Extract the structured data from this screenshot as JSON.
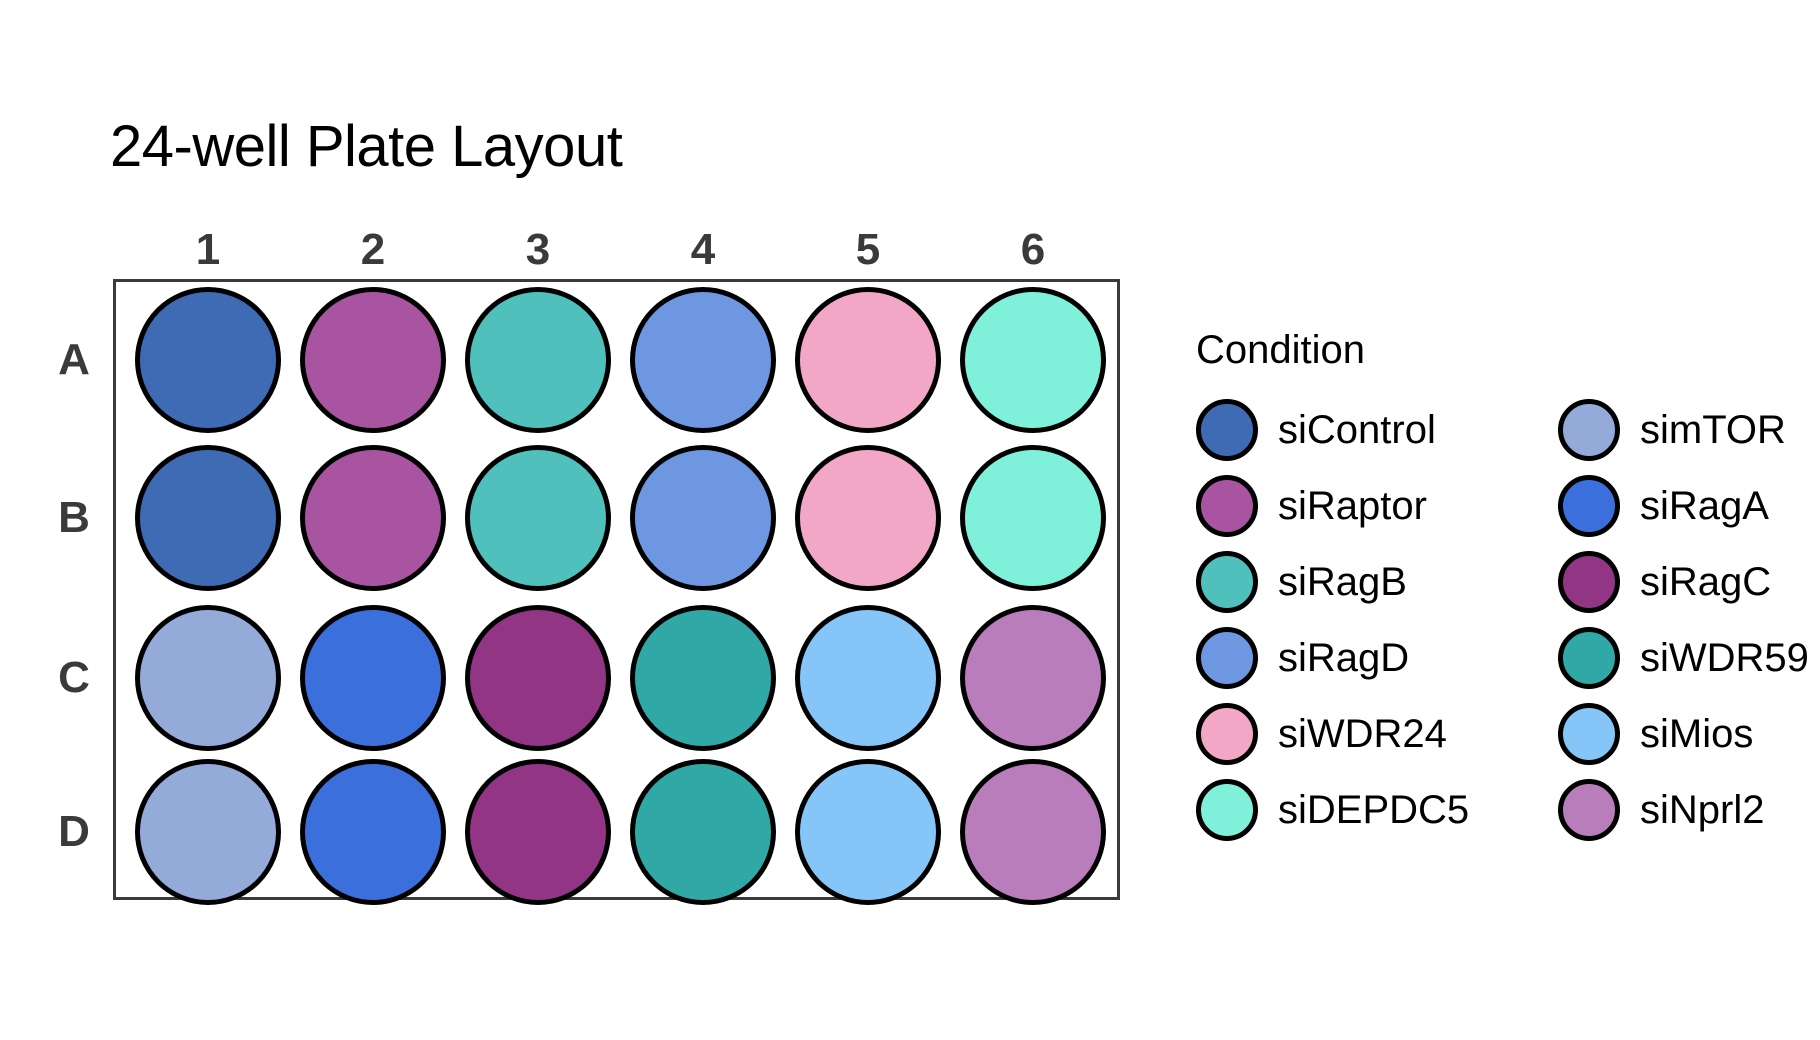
{
  "title": "24-well Plate Layout",
  "plate": {
    "columns": [
      "1",
      "2",
      "3",
      "4",
      "5",
      "6"
    ],
    "rows": [
      "A",
      "B",
      "C",
      "D"
    ],
    "wells": [
      {
        "id": "A1",
        "row": "A",
        "col": "1",
        "condition": "siControl",
        "color": "#3F6BB5"
      },
      {
        "id": "A2",
        "row": "A",
        "col": "2",
        "condition": "siRaptor",
        "color": "#A854A0"
      },
      {
        "id": "A3",
        "row": "A",
        "col": "3",
        "condition": "siRagB",
        "color": "#4FC0BC"
      },
      {
        "id": "A4",
        "row": "A",
        "col": "4",
        "condition": "siRagD",
        "color": "#6D97E0"
      },
      {
        "id": "A5",
        "row": "A",
        "col": "5",
        "condition": "siWDR24",
        "color": "#F3A7C7"
      },
      {
        "id": "A6",
        "row": "A",
        "col": "6",
        "condition": "siDEPDC5",
        "color": "#7FF0DA"
      },
      {
        "id": "B1",
        "row": "B",
        "col": "1",
        "condition": "siControl",
        "color": "#3F6BB5"
      },
      {
        "id": "B2",
        "row": "B",
        "col": "2",
        "condition": "siRaptor",
        "color": "#A854A0"
      },
      {
        "id": "B3",
        "row": "B",
        "col": "3",
        "condition": "siRagB",
        "color": "#4FC0BC"
      },
      {
        "id": "B4",
        "row": "B",
        "col": "4",
        "condition": "siRagD",
        "color": "#6D97E0"
      },
      {
        "id": "B5",
        "row": "B",
        "col": "5",
        "condition": "siWDR24",
        "color": "#F3A7C7"
      },
      {
        "id": "B6",
        "row": "B",
        "col": "6",
        "condition": "siDEPDC5",
        "color": "#7FF0DA"
      },
      {
        "id": "C1",
        "row": "C",
        "col": "1",
        "condition": "simTOR",
        "color": "#94AAD8"
      },
      {
        "id": "C2",
        "row": "C",
        "col": "2",
        "condition": "siRagA",
        "color": "#3B6FDB"
      },
      {
        "id": "C3",
        "row": "C",
        "col": "3",
        "condition": "siRagC",
        "color": "#923585"
      },
      {
        "id": "C4",
        "row": "C",
        "col": "4",
        "condition": "siWDR59",
        "color": "#2FA8A6"
      },
      {
        "id": "C5",
        "row": "C",
        "col": "5",
        "condition": "siMios",
        "color": "#85C5F7"
      },
      {
        "id": "C6",
        "row": "C",
        "col": "6",
        "condition": "siNprl2",
        "color": "#BA7DBC"
      },
      {
        "id": "D1",
        "row": "D",
        "col": "1",
        "condition": "simTOR",
        "color": "#94AAD8"
      },
      {
        "id": "D2",
        "row": "D",
        "col": "2",
        "condition": "siRagA",
        "color": "#3B6FDB"
      },
      {
        "id": "D3",
        "row": "D",
        "col": "3",
        "condition": "siRagC",
        "color": "#923585"
      },
      {
        "id": "D4",
        "row": "D",
        "col": "4",
        "condition": "siWDR59",
        "color": "#2FA8A6"
      },
      {
        "id": "D5",
        "row": "D",
        "col": "5",
        "condition": "siMios",
        "color": "#85C5F7"
      },
      {
        "id": "D6",
        "row": "D",
        "col": "6",
        "condition": "siNprl2",
        "color": "#BA7DBC"
      }
    ]
  },
  "legend": {
    "title": "Condition",
    "columns": [
      [
        {
          "label": "siControl",
          "color": "#3F6BB5"
        },
        {
          "label": "siRaptor",
          "color": "#A854A0"
        },
        {
          "label": "siRagB",
          "color": "#4FC0BC"
        },
        {
          "label": "siRagD",
          "color": "#6D97E0"
        },
        {
          "label": "siWDR24",
          "color": "#F3A7C7"
        },
        {
          "label": "siDEPDC5",
          "color": "#7FF0DA"
        }
      ],
      [
        {
          "label": "simTOR",
          "color": "#94AAD8"
        },
        {
          "label": "siRagA",
          "color": "#3B6FDB"
        },
        {
          "label": "siRagC",
          "color": "#923585"
        },
        {
          "label": "siWDR59",
          "color": "#2FA8A6"
        },
        {
          "label": "siMios",
          "color": "#85C5F7"
        },
        {
          "label": "siNprl2",
          "color": "#BA7DBC"
        }
      ]
    ]
  },
  "chart_data": {
    "type": "table",
    "title": "24-well Plate Layout",
    "xlabel": "",
    "ylabel": "",
    "categories": [
      "1",
      "2",
      "3",
      "4",
      "5",
      "6"
    ],
    "row_categories": [
      "A",
      "B",
      "C",
      "D"
    ],
    "legend_title": "Condition",
    "legend_entries": [
      "siControl",
      "siRaptor",
      "siRagB",
      "siRagD",
      "siWDR24",
      "siDEPDC5",
      "simTOR",
      "siRagA",
      "siRagC",
      "siWDR59",
      "siMios",
      "siNprl2"
    ],
    "grid": false,
    "legend_position": "right",
    "matrix": [
      [
        "siControl",
        "siRaptor",
        "siRagB",
        "siRagD",
        "siWDR24",
        "siDEPDC5"
      ],
      [
        "siControl",
        "siRaptor",
        "siRagB",
        "siRagD",
        "siWDR24",
        "siDEPDC5"
      ],
      [
        "simTOR",
        "siRagA",
        "siRagC",
        "siWDR59",
        "siMios",
        "siNprl2"
      ],
      [
        "simTOR",
        "siRagA",
        "siRagC",
        "siWDR59",
        "siMios",
        "siNprl2"
      ]
    ],
    "color_map": {
      "siControl": "#3F6BB5",
      "siRaptor": "#A854A0",
      "siRagB": "#4FC0BC",
      "siRagD": "#6D97E0",
      "siWDR24": "#F3A7C7",
      "siDEPDC5": "#7FF0DA",
      "simTOR": "#94AAD8",
      "siRagA": "#3B6FDB",
      "siRagC": "#923585",
      "siWDR59": "#2FA8A6",
      "siMios": "#85C5F7",
      "siNprl2": "#BA7DBC"
    }
  }
}
